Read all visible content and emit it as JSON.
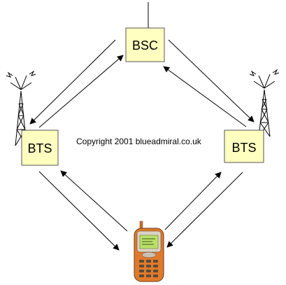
{
  "nodes": {
    "bsc": {
      "label": "BSC"
    },
    "bts_left": {
      "label": "BTS"
    },
    "bts_right": {
      "label": "BTS"
    }
  },
  "copyright": "Copyright 2001 blueadmiral.co.uk",
  "colors": {
    "box_fill": "#ffffc0",
    "box_stroke": "#555555",
    "line": "#000000",
    "phone_body": "#e07a2a",
    "phone_screen": "#b9e06a"
  }
}
